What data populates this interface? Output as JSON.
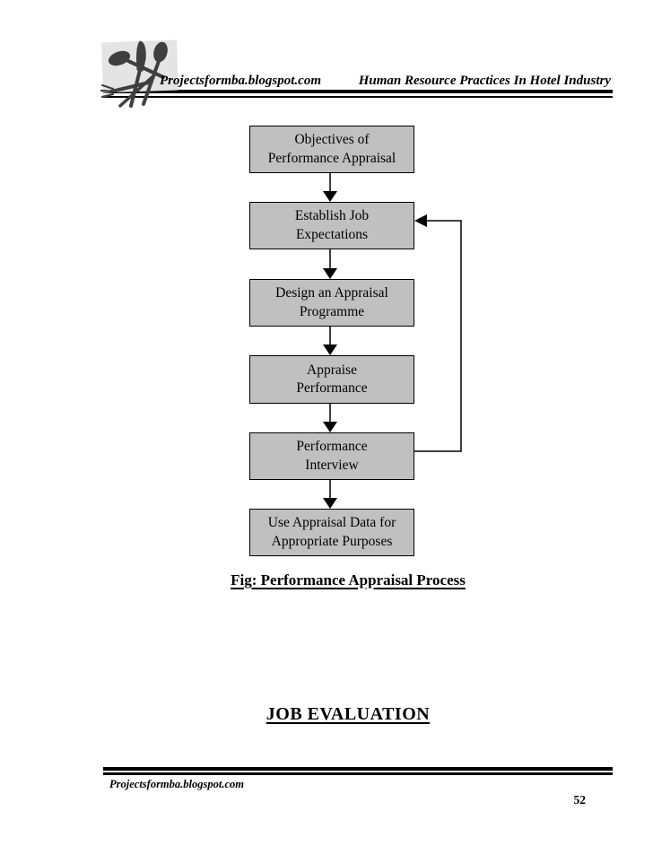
{
  "header": {
    "site": "Projectsformba.blogspot.com",
    "document_title": "Human Resource Practices In Hotel Industry",
    "logo_icon": "cutlery-icon"
  },
  "flowchart": {
    "caption": "Fig: Performance Appraisal Process",
    "boxes": [
      {
        "line1": "Objectives of",
        "line2": "Performance Appraisal"
      },
      {
        "line1": "Establish Job",
        "line2": "Expectations"
      },
      {
        "line1": "Design an Appraisal",
        "line2": "Programme"
      },
      {
        "line1": "Appraise",
        "line2": "Performance"
      },
      {
        "line1": "Performance",
        "line2": "Interview"
      },
      {
        "line1": "Use Appraisal Data for",
        "line2": "Appropriate Purposes"
      }
    ],
    "edges": [
      {
        "from": 0,
        "to": 1,
        "type": "down-arrow"
      },
      {
        "from": 1,
        "to": 2,
        "type": "down-arrow"
      },
      {
        "from": 2,
        "to": 3,
        "type": "down-arrow"
      },
      {
        "from": 3,
        "to": 4,
        "type": "down-arrow"
      },
      {
        "from": 4,
        "to": 5,
        "type": "down-arrow"
      },
      {
        "from": 4,
        "to": 1,
        "type": "feedback-loop"
      }
    ]
  },
  "section_heading": "JOB EVALUATION",
  "footer": {
    "site": "Projectsformba.blogspot.com",
    "page_number": "52"
  },
  "colors": {
    "box_fill": "#c0c0c0",
    "box_border": "#000000",
    "rule_color": "#000000",
    "text_color": "#000000",
    "page_bg": "#ffffff"
  }
}
